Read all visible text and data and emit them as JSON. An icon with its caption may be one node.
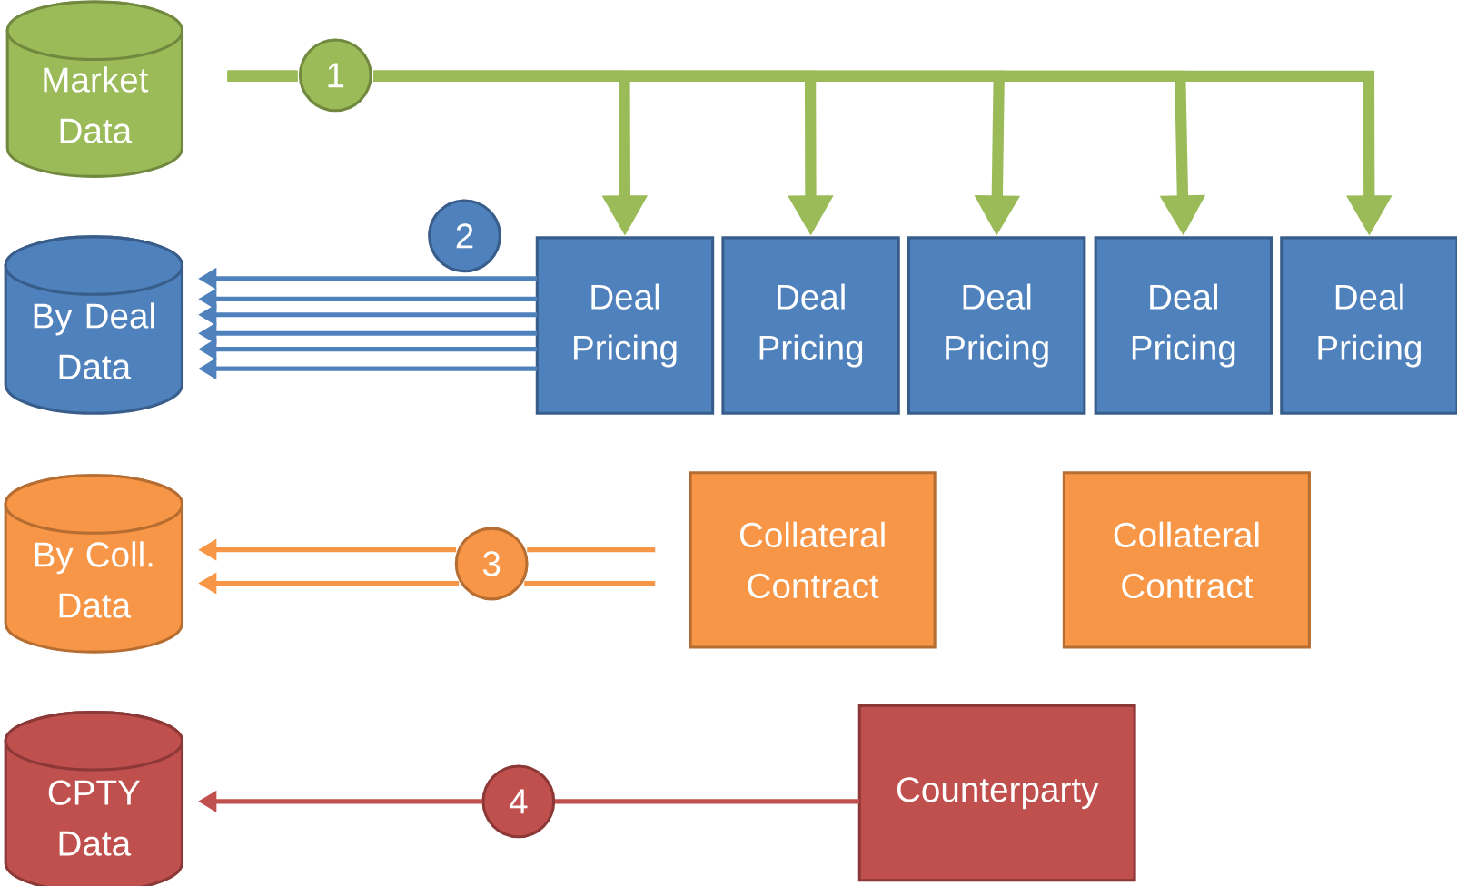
{
  "diagram": {
    "nodes": [
      {
        "text": [
          "Market Data"
        ]
      },
      {
        "text": [
          "1"
        ]
      },
      {
        "text": [
          "By Deal Data"
        ]
      },
      {
        "text": [
          "2"
        ]
      },
      {
        "text": [
          "Deal Pricing"
        ]
      },
      {
        "text": [
          "Deal Pricing"
        ]
      },
      {
        "text": [
          "Deal Pricing"
        ]
      },
      {
        "text": [
          "Deal Pricing"
        ]
      },
      {
        "text": [
          "Deal Pricing"
        ]
      },
      {
        "text": [
          "By Coll. Data"
        ]
      },
      {
        "text": [
          "3"
        ]
      },
      {
        "text": [
          "Collateral Contract"
        ]
      },
      {
        "text": [
          "Collateral Contract"
        ]
      },
      {
        "text": [
          "CPTY Data"
        ]
      },
      {
        "text": [
          "4"
        ]
      },
      {
        "text": [
          "Counterparty"
        ]
      }
    ],
    "edges": [
      {
        "from": null,
        "to": 4,
        "arrow": "to",
        "style": "thick",
        "color": "#9bbb59"
      },
      {
        "from": null,
        "to": 5,
        "arrow": "to",
        "style": "thick",
        "color": "#9bbb59"
      },
      {
        "from": null,
        "to": 6,
        "arrow": "to",
        "style": "thick",
        "color": "#9bbb59"
      },
      {
        "from": null,
        "to": 7,
        "arrow": "to",
        "style": "thick",
        "color": "#9bbb59"
      },
      {
        "from": null,
        "to": 8,
        "arrow": "to",
        "style": "thick",
        "color": "#9bbb59"
      },
      {
        "from": 4,
        "to": 2,
        "arrow": "to",
        "color": "#4f81bd"
      },
      {
        "from": 4,
        "to": 2,
        "arrow": "to",
        "color": "#4f81bd"
      },
      {
        "from": 4,
        "to": 2,
        "arrow": "to",
        "color": "#4f81bd"
      },
      {
        "from": 4,
        "to": 2,
        "arrow": "to",
        "color": "#4f81bd"
      },
      {
        "from": 4,
        "to": 2,
        "arrow": "to",
        "color": "#4f81bd"
      },
      {
        "from": 4,
        "to": 2,
        "arrow": "to",
        "color": "#4f81bd"
      },
      {
        "from": null,
        "to": 9,
        "arrow": "to",
        "color": "#f79646"
      },
      {
        "from": null,
        "to": 9,
        "arrow": "to",
        "color": "#f79646"
      },
      {
        "from": 15,
        "to": 14,
        "arrow": "none",
        "color": "#c0504d"
      },
      {
        "from": 14,
        "to": 13,
        "arrow": "to",
        "color": "#c0504d"
      }
    ]
  }
}
